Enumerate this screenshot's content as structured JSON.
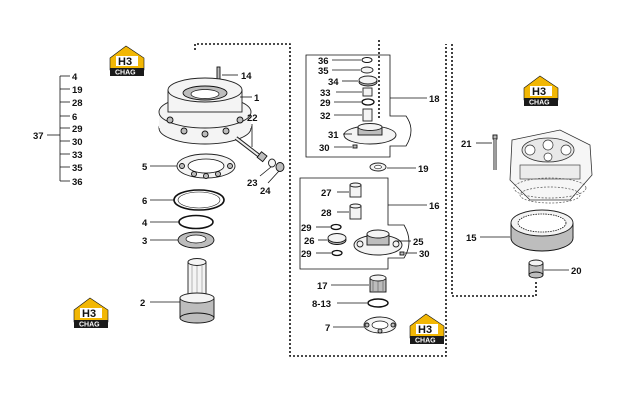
{
  "labels": {
    "l1": "1",
    "l2": "2",
    "l3": "3",
    "l4": "4",
    "l5": "5",
    "l6": "6",
    "l7": "7",
    "l813": "8-13",
    "l14": "14",
    "l15": "15",
    "l16": "16",
    "l17": "17",
    "l18": "18",
    "l19": "19",
    "l20": "20",
    "l21": "21",
    "l22": "22",
    "l23": "23",
    "l24": "24",
    "l25": "25",
    "l26": "26",
    "l27": "27",
    "l28": "28",
    "l29a": "29",
    "l29b": "29",
    "l29c": "29",
    "l30a": "30",
    "l30b": "30",
    "l31": "31",
    "l32": "32",
    "l33": "33",
    "l34": "34",
    "l35": "35",
    "l36": "36",
    "l37": "37"
  },
  "group37": [
    "4",
    "19",
    "28",
    "6",
    "29",
    "30",
    "33",
    "35",
    "36"
  ],
  "logo": {
    "text": "CHAG",
    "brand": "H3",
    "color": "#f2b705",
    "dark": "#1a1a1a"
  }
}
